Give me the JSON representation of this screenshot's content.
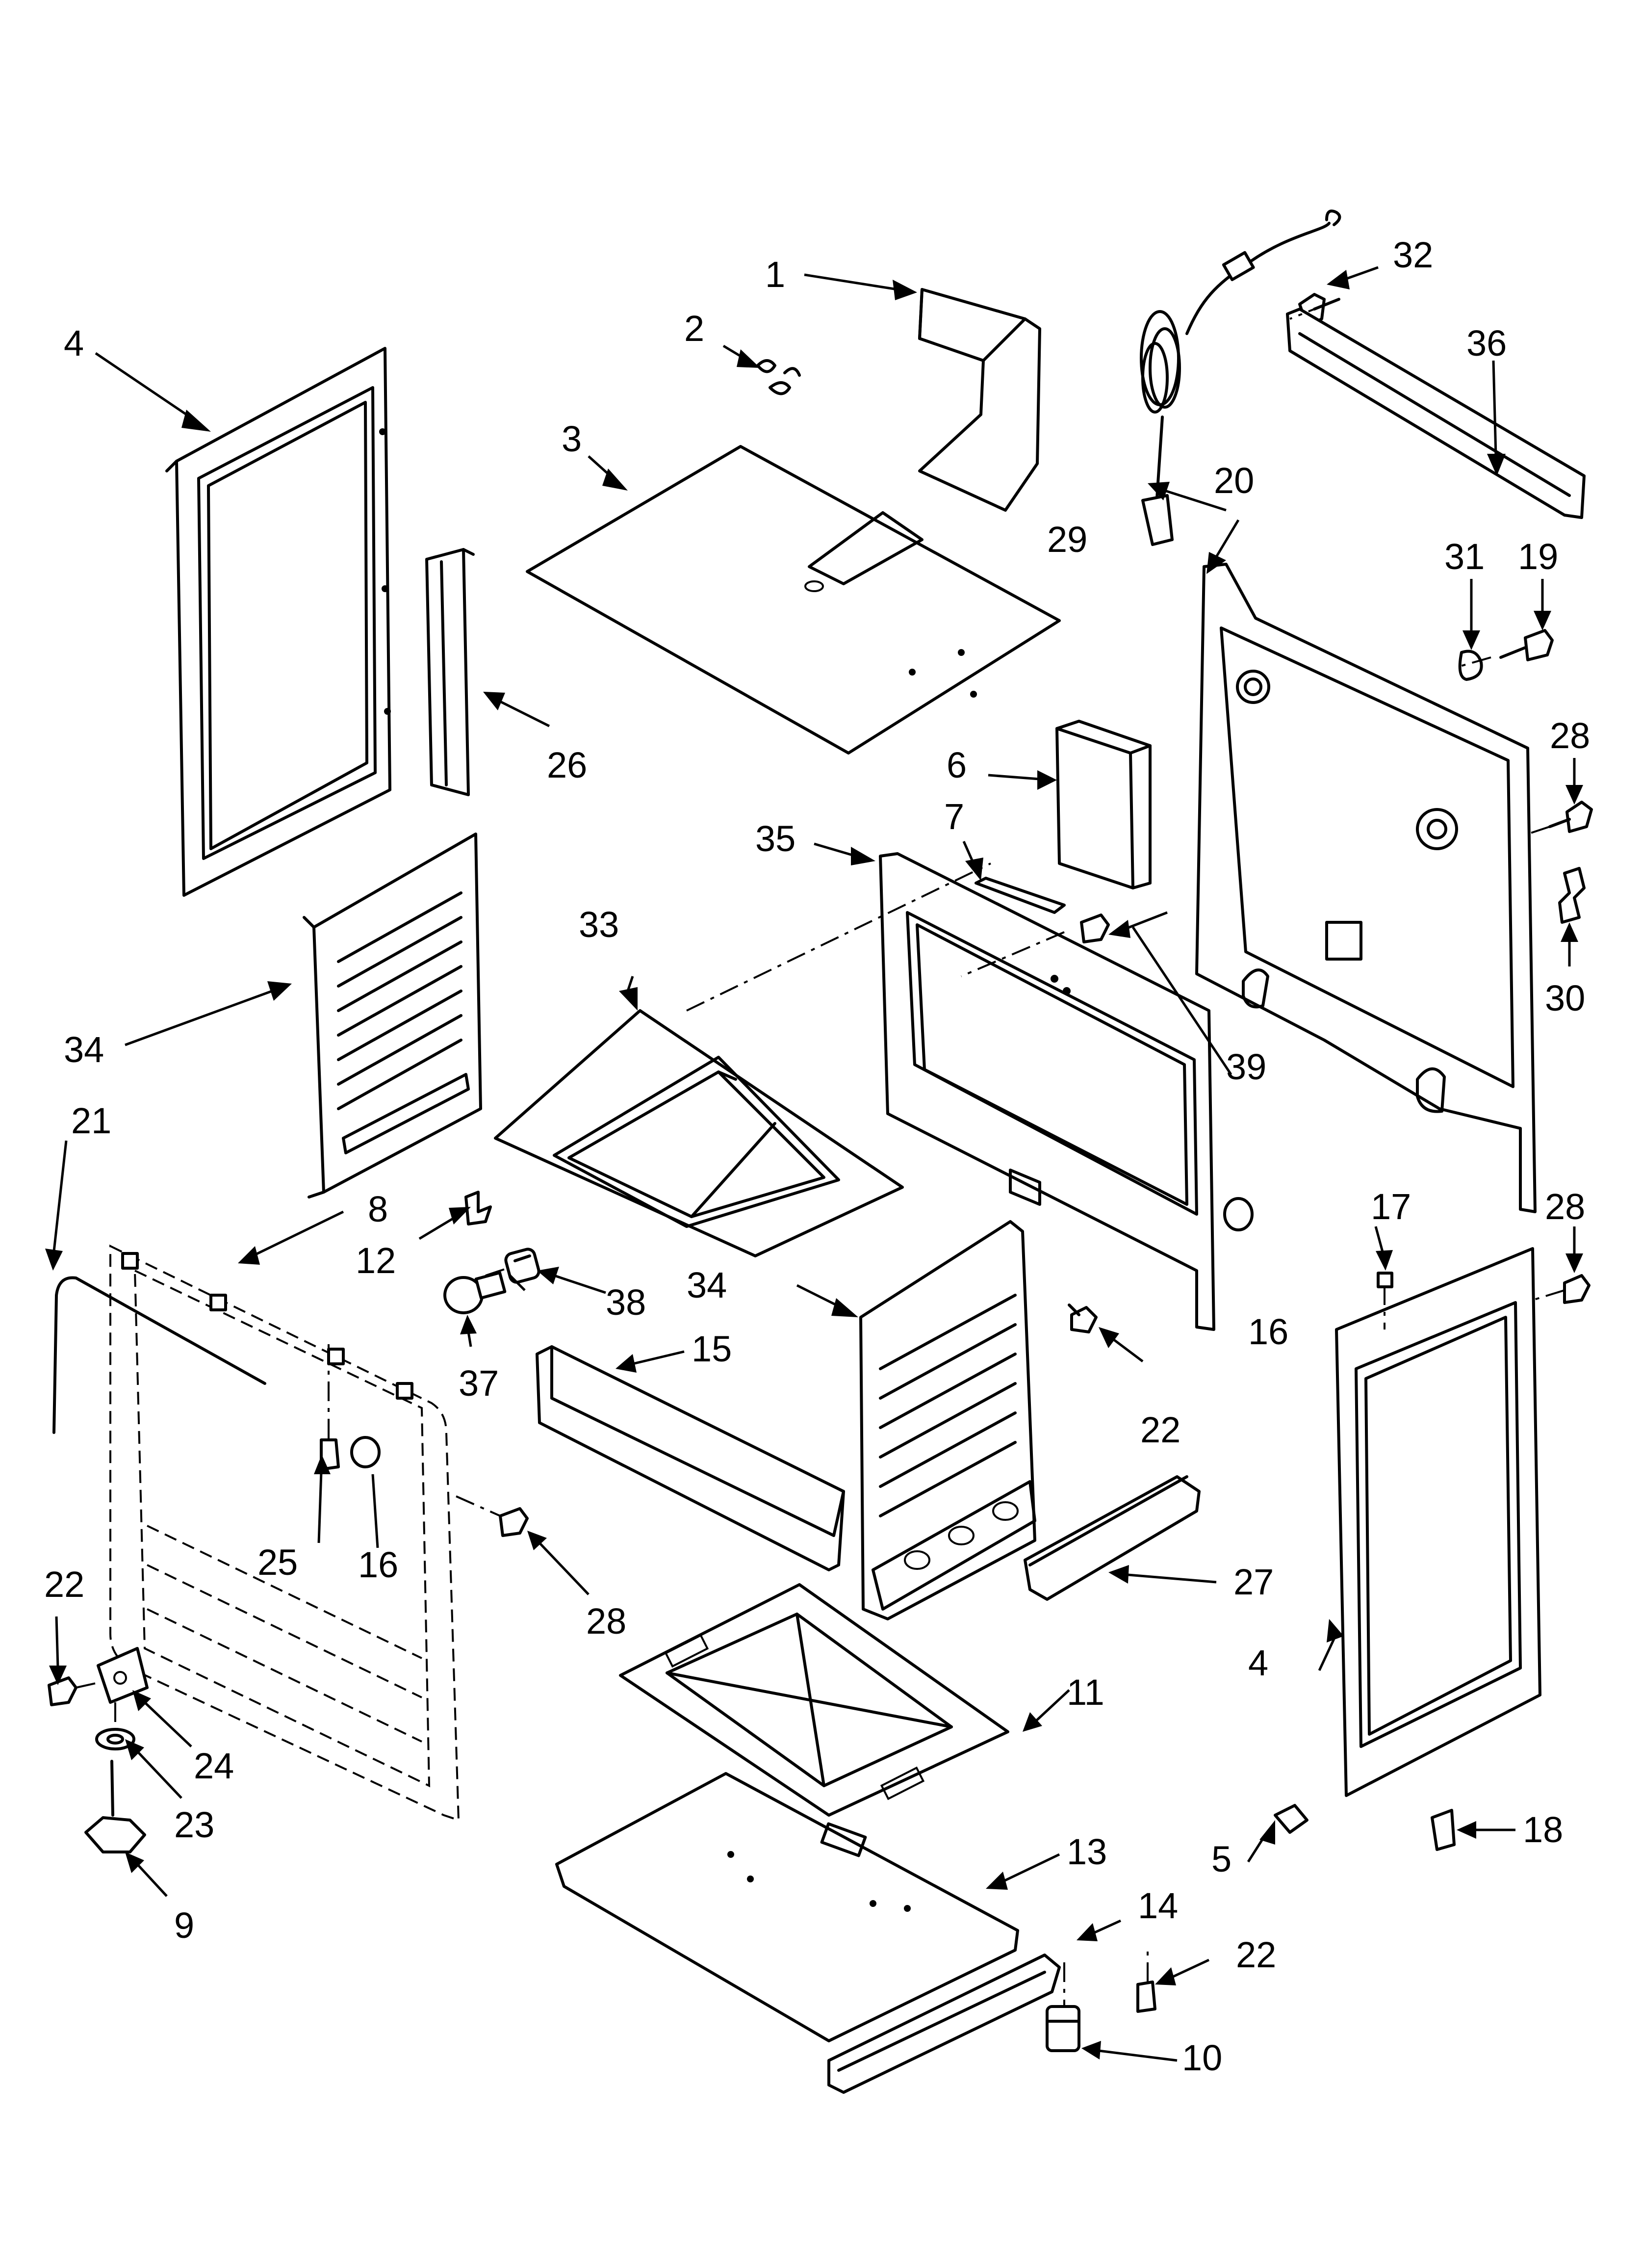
{
  "callouts": {
    "c1": "1",
    "c2": "2",
    "c3": "3",
    "c4a": "4",
    "c4b": "4",
    "c5": "5",
    "c6": "6",
    "c7": "7",
    "c8": "8",
    "c9": "9",
    "c10": "10",
    "c11": "11",
    "c12": "12",
    "c13": "13",
    "c14": "14",
    "c15": "15",
    "c16a": "16",
    "c16b": "16",
    "c17": "17",
    "c18": "18",
    "c19": "19",
    "c20": "20",
    "c21": "21",
    "c22a": "22",
    "c22b": "22",
    "c22c": "22",
    "c23": "23",
    "c24": "24",
    "c25": "25",
    "c26": "26",
    "c27": "27",
    "c28a": "28",
    "c28b": "28",
    "c28c": "28",
    "c29": "29",
    "c30": "30",
    "c31": "31",
    "c32": "32",
    "c33": "33",
    "c34a": "34",
    "c34b": "34",
    "c35": "35",
    "c36": "36",
    "c37": "37",
    "c38": "38",
    "c39": "39"
  }
}
